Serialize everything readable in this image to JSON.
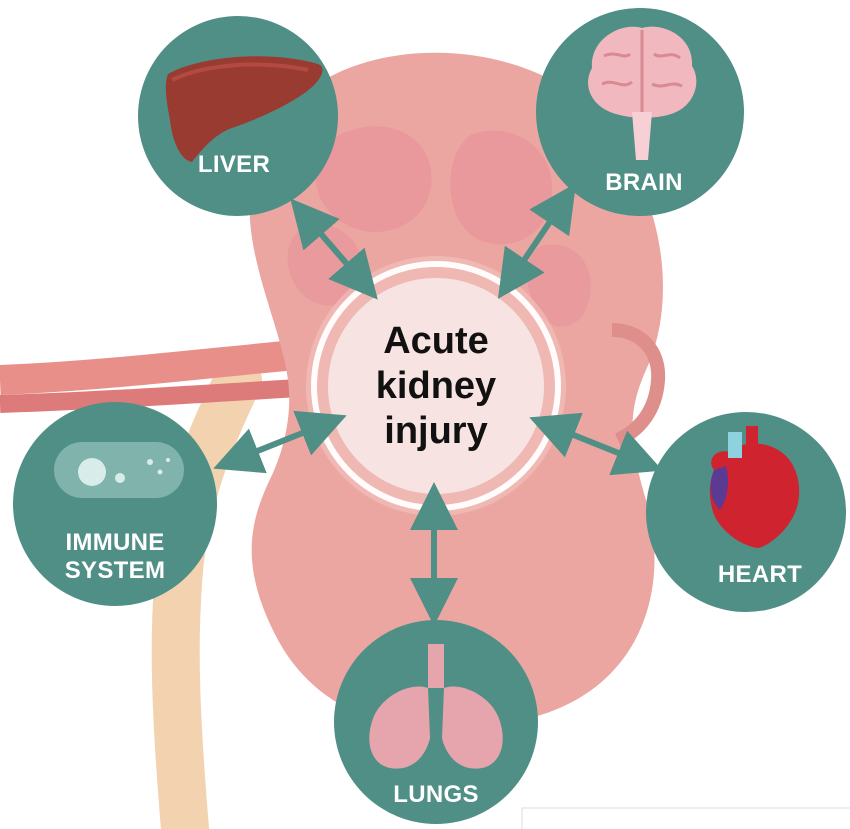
{
  "center": {
    "line1": "Acute",
    "line2": "kidney",
    "line3": "injury"
  },
  "organs": {
    "liver": {
      "label": "LIVER",
      "icon": "liver-icon"
    },
    "brain": {
      "label": "BRAIN",
      "icon": "brain-icon"
    },
    "immune": {
      "line1": "IMMUNE",
      "line2": "SYSTEM",
      "icon": "immune-cell-icon"
    },
    "heart": {
      "label": "HEART",
      "icon": "heart-icon"
    },
    "lungs": {
      "label": "LUNGS",
      "icon": "lungs-icon"
    }
  },
  "colors": {
    "organ_circle": "#4f8f86",
    "kidney": "#eaa49f",
    "arrow": "#4f8f86",
    "center_circle": "#f7e3e1"
  }
}
